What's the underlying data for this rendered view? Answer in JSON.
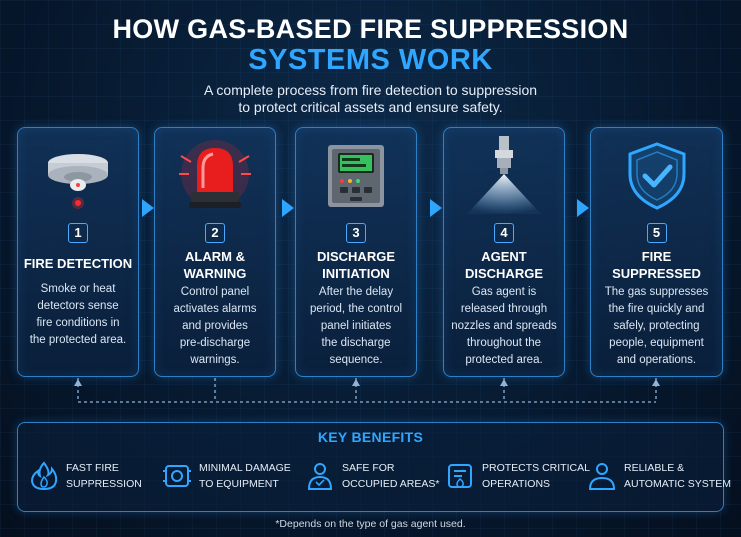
{
  "header": {
    "title_line1": "HOW GAS-BASED FIRE SUPPRESSION",
    "title_line2": "SYSTEMS WORK",
    "subtitle_line1": "A complete process from fire detection to suppression",
    "subtitle_line2": "to protect critical assets and ensure safety."
  },
  "steps": [
    {
      "number": "1",
      "name_lines": [
        "FIRE DETECTION"
      ],
      "desc_lines": [
        "Smoke or heat",
        "detectors sense",
        "fire conditions in",
        "the protected area."
      ],
      "icon": "smoke-detector-icon"
    },
    {
      "number": "2",
      "name_lines": [
        "ALARM &",
        "WARNING"
      ],
      "desc_lines": [
        "Control panel",
        "activates alarms",
        "and provides",
        "pre-discharge",
        "warnings."
      ],
      "icon": "alarm-beacon-icon"
    },
    {
      "number": "3",
      "name_lines": [
        "DISCHARGE",
        "INITIATION"
      ],
      "desc_lines": [
        "After the delay",
        "period, the control",
        "panel initiates",
        "the discharge",
        "sequence."
      ],
      "icon": "control-panel-icon"
    },
    {
      "number": "4",
      "name_lines": [
        "AGENT",
        "DISCHARGE"
      ],
      "desc_lines": [
        "Gas agent is",
        "released through",
        "nozzles and spreads",
        "throughout the",
        "protected area."
      ],
      "icon": "spray-nozzle-icon"
    },
    {
      "number": "5",
      "name_lines": [
        "FIRE",
        "SUPPRESSED"
      ],
      "desc_lines": [
        "The gas suppresses",
        "the fire quickly and",
        "safely, protecting",
        "people, equipment",
        "and operations."
      ],
      "icon": "shield-check-icon"
    }
  ],
  "benefits": {
    "title": "KEY BENEFITS",
    "items": [
      {
        "lines": [
          "FAST FIRE",
          "SUPPRESSION"
        ],
        "icon": "flame-icon"
      },
      {
        "lines": [
          "MINIMAL DAMAGE",
          "TO EQUIPMENT"
        ],
        "icon": "equipment-icon"
      },
      {
        "lines": [
          "SAFE FOR",
          "OCCUPIED AREAS*"
        ],
        "icon": "person-icon"
      },
      {
        "lines": [
          "PROTECTS CRITICAL",
          "OPERATIONS"
        ],
        "icon": "server-icon"
      },
      {
        "lines": [
          "RELIABLE &",
          "AUTOMATIC SYSTEM"
        ],
        "icon": "user-check-icon"
      }
    ]
  },
  "footnote": "*Depends on the type of gas agent used.",
  "colors": {
    "accent": "#2fa6ff",
    "border": "#2f7fc4",
    "alarm": "#ff2a2a",
    "panel_screen": "#3ddc6a"
  }
}
